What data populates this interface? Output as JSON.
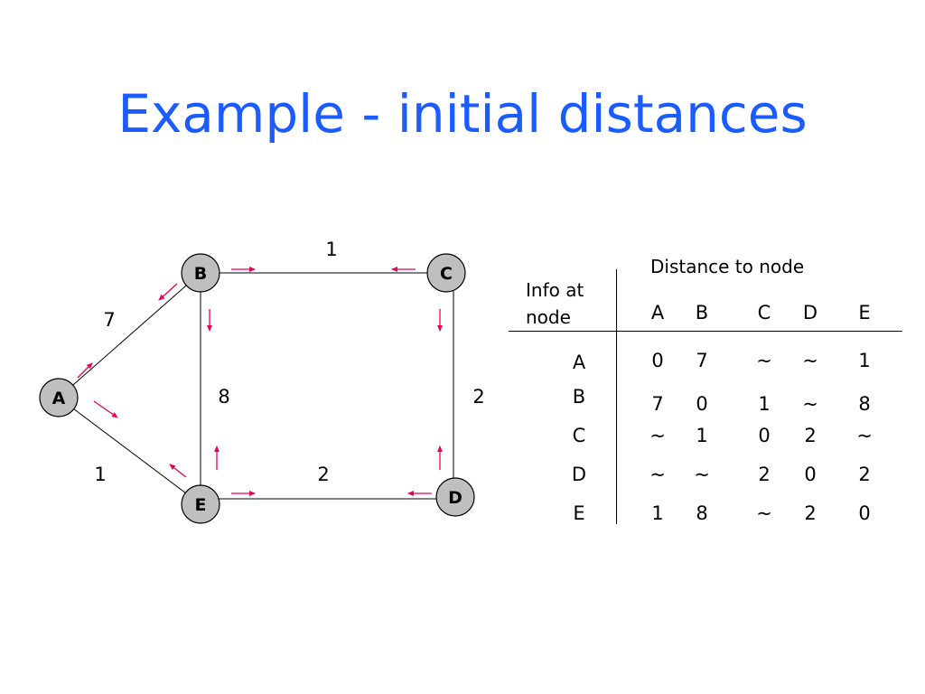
{
  "title": "Example - initial distances",
  "colors": {
    "title": "#1a5cff",
    "node_fill": "#bfbfbf",
    "arrow": "#e8005a",
    "edge": "#000000"
  },
  "graph": {
    "nodes": [
      {
        "id": "A",
        "label": "A"
      },
      {
        "id": "B",
        "label": "B"
      },
      {
        "id": "C",
        "label": "C"
      },
      {
        "id": "D",
        "label": "D"
      },
      {
        "id": "E",
        "label": "E"
      }
    ],
    "edges": [
      {
        "from": "A",
        "to": "B",
        "weight": "7"
      },
      {
        "from": "A",
        "to": "E",
        "weight": "1"
      },
      {
        "from": "B",
        "to": "C",
        "weight": "1"
      },
      {
        "from": "B",
        "to": "E",
        "weight": "8"
      },
      {
        "from": "C",
        "to": "D",
        "weight": "2"
      },
      {
        "from": "E",
        "to": "D",
        "weight": "2"
      }
    ]
  },
  "table": {
    "column_group_header": "Distance to node",
    "row_header_line1": "Info at",
    "row_header_line2": "node",
    "columns": [
      "A",
      "B",
      "C",
      "D",
      "E"
    ],
    "rows": [
      {
        "node": "A",
        "values": [
          "0",
          "7",
          "~",
          "~",
          "1"
        ]
      },
      {
        "node": "B",
        "values": [
          "7",
          "0",
          "1",
          "~",
          "8"
        ]
      },
      {
        "node": "C",
        "values": [
          "~",
          "1",
          "0",
          "2",
          "~"
        ]
      },
      {
        "node": "D",
        "values": [
          "~",
          "~",
          "2",
          "0",
          "2"
        ]
      },
      {
        "node": "E",
        "values": [
          "1",
          "8",
          "~",
          "2",
          "0"
        ]
      }
    ]
  }
}
